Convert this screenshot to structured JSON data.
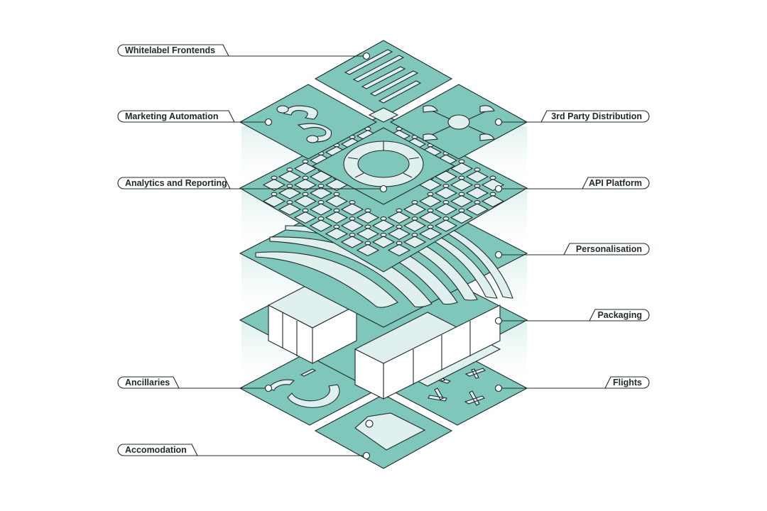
{
  "colors": {
    "tile": "#7fc6bb",
    "cutout": "#e0f0ee",
    "outline": "#1f2a2a",
    "label_bg": "#ffffff"
  },
  "labels": {
    "whitelabel_frontends": "Whitelabel Frontends",
    "marketing_automation": "Marketing  Automation",
    "third_party_distribution": "3rd Party Distribution",
    "analytics_and_reporting": "Analytics and Reporting",
    "api_platform": "API Platform",
    "personalisation": "Personalisation",
    "packaging": "Packaging",
    "ancillaries": "Ancillaries",
    "flights": "Flights",
    "accomodation": "Accomodation"
  },
  "icons": {
    "whitelabel_frontends": "text-lines-icon",
    "marketing_automation": "dollar-icon",
    "third_party_distribution": "network-hub-icon",
    "analytics_and_reporting": "donut-chart-icon",
    "api_platform": "puzzle-grid-icon",
    "personalisation": "fingerprint-icon",
    "packaging": "boxes-icon",
    "ancillaries": "ring-icon",
    "flights": "airplanes-icon",
    "accomodation": "price-tag-icon"
  }
}
